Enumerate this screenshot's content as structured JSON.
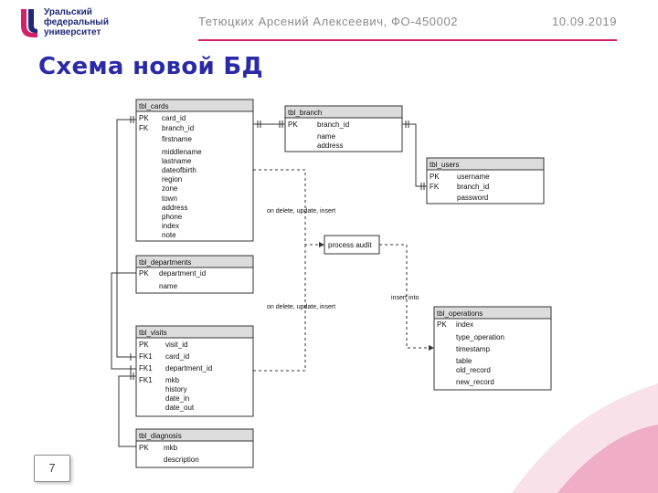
{
  "header": {
    "logo_lines": [
      "Уральский",
      "федеральный",
      "университет"
    ],
    "author": "Тетюцких Арсений Алексеевич, ФО-450002",
    "date": "10.09.2019"
  },
  "title": "Схема новой БД",
  "page_number": "7",
  "colors": {
    "accent": "#d4206a",
    "title": "#2a2aa8",
    "table_header": "#dcdcdc"
  },
  "tables": {
    "cards": {
      "name": "tbl_cards",
      "keys": [
        "PK",
        "FK"
      ],
      "fields": [
        "card_id",
        "branch_id",
        "firstname",
        "middlename",
        "lastname",
        "dateofbirth",
        "region",
        "zone",
        "town",
        "address",
        "phone",
        "index",
        "note"
      ]
    },
    "branch": {
      "name": "tbl_branch",
      "keys": [
        "PK"
      ],
      "fields": [
        "branch_id",
        "name",
        "address"
      ]
    },
    "users": {
      "name": "tbl_users",
      "keys": [
        "PK",
        "FK"
      ],
      "fields": [
        "username",
        "branch_id",
        "password"
      ]
    },
    "departments": {
      "name": "tbl_departments",
      "keys": [
        "PK"
      ],
      "fields": [
        "department_id",
        "name"
      ]
    },
    "visits": {
      "name": "tbl_visits",
      "keys": [
        "PK",
        "FK1",
        "FK1",
        "FK1"
      ],
      "fields": [
        "visit_id",
        "card_id",
        "department_id",
        "mkb",
        "history",
        "date_in",
        "date_out"
      ]
    },
    "diagnosis": {
      "name": "tbl_diagnosis",
      "keys": [
        "PK"
      ],
      "fields": [
        "mkb",
        "description"
      ]
    },
    "operations": {
      "name": "tbl_operations",
      "keys": [
        "PK"
      ],
      "fields": [
        "index",
        "type_operation",
        "timestamp",
        "table",
        "old_record",
        "new_record"
      ]
    }
  },
  "process": "process audit",
  "edge_labels": {
    "trigger_1": "on delete, update, insert",
    "trigger_2": "on delete, update, insert",
    "insert": "insert into"
  }
}
